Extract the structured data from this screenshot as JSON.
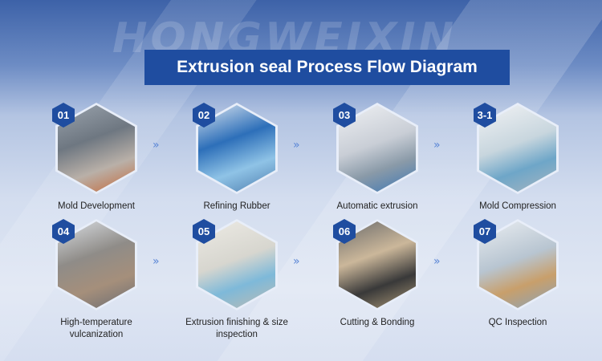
{
  "watermark": "HONGWEIXIN",
  "title": "Extrusion seal Process Flow Diagram",
  "steps": [
    {
      "number": "01",
      "label": "Mold Development"
    },
    {
      "number": "02",
      "label": "Refining Rubber"
    },
    {
      "number": "03",
      "label": "Automatic extrusion"
    },
    {
      "number": "3-1",
      "label": "Mold Compression"
    },
    {
      "number": "04",
      "label": "High-temperature vulcanization"
    },
    {
      "number": "05",
      "label": "Extrusion finishing & size inspection"
    },
    {
      "number": "06",
      "label": "Cutting & Bonding"
    },
    {
      "number": "07",
      "label": "QC Inspection"
    }
  ],
  "arrow_glyph": "»",
  "colors": {
    "accent": "#1f4da0",
    "arrow": "#5a86d6"
  }
}
